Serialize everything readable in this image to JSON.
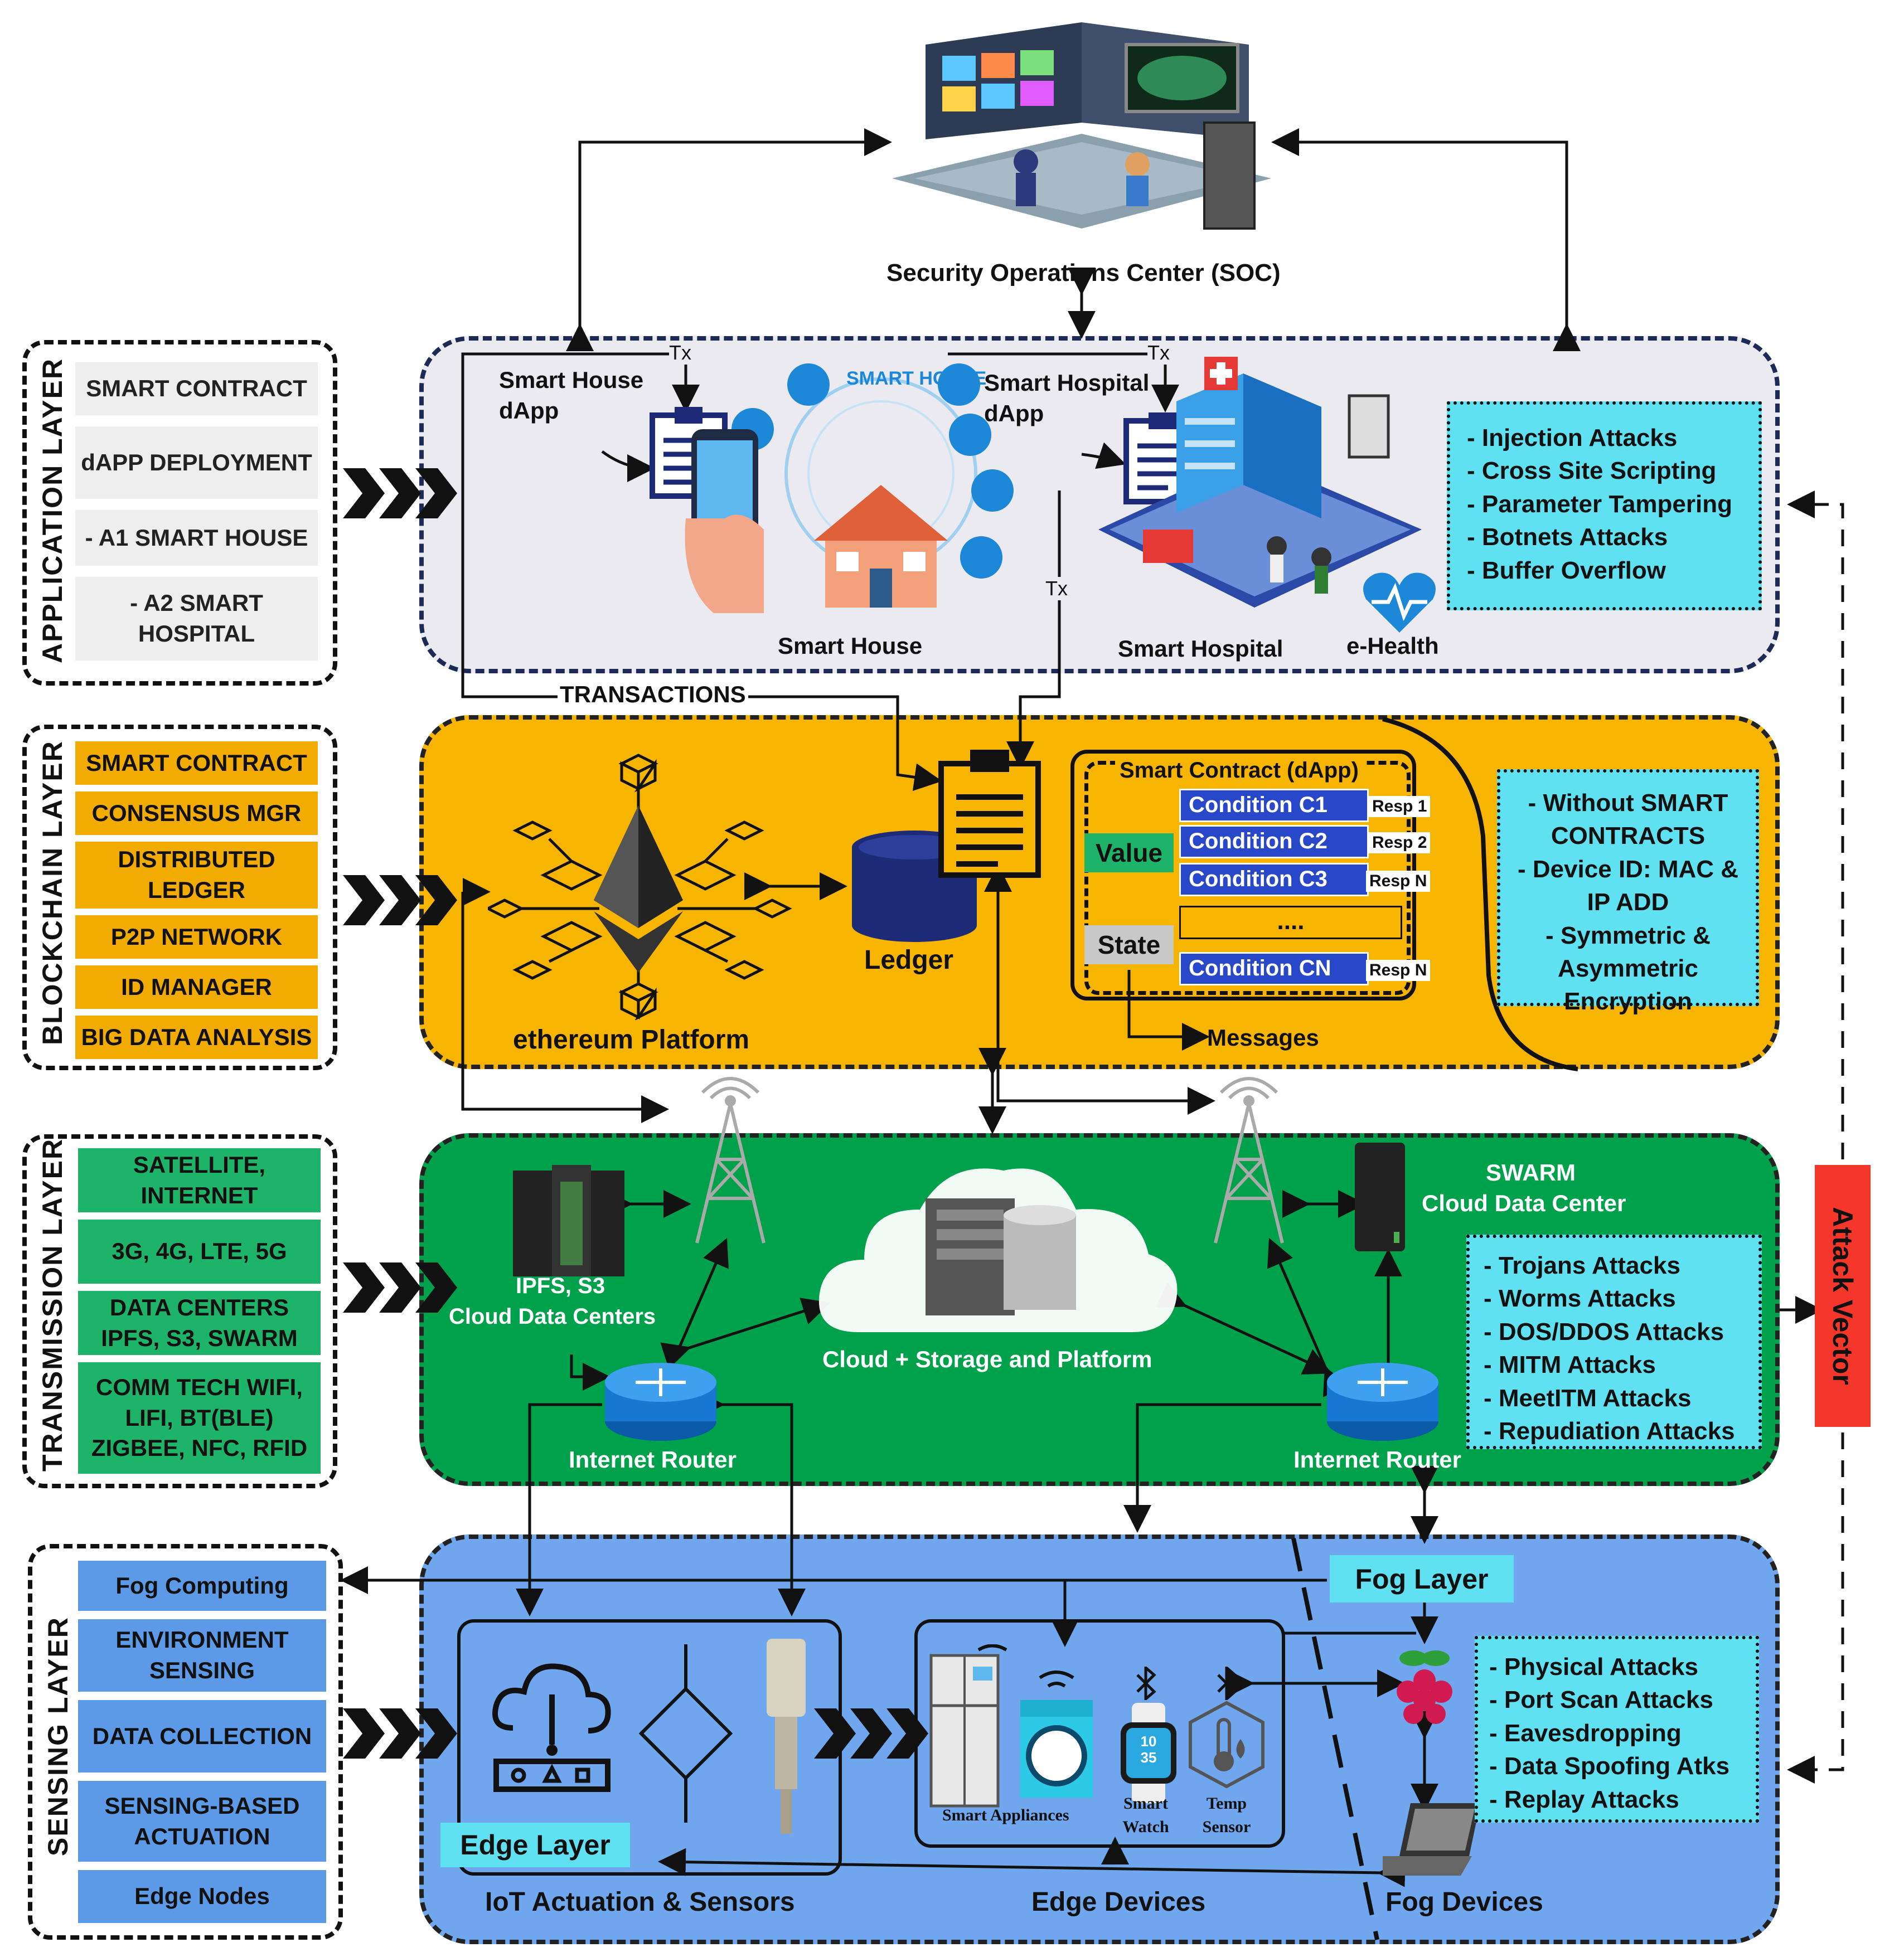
{
  "soc": {
    "label": "Security Operations Center (SOC)"
  },
  "left_panels": {
    "application": {
      "title": "APPLICATION LAYER",
      "items": [
        "SMART CONTRACT",
        "dAPP DEPLOYMENT",
        "- A1 SMART HOUSE",
        "- A2 SMART HOSPITAL"
      ]
    },
    "blockchain": {
      "title": "BLOCKCHAIN LAYER",
      "items": [
        "SMART CONTRACT",
        "CONSENSUS MGR",
        "DISTRIBUTED LEDGER",
        "P2P NETWORK",
        "ID MANAGER",
        "BIG DATA ANALYSIS"
      ]
    },
    "transmission": {
      "title": "TRANSMISSION LAYER",
      "items": [
        "SATELLITE, INTERNET",
        "3G, 4G, LTE, 5G",
        "DATA CENTERS IPFS, S3, SWARM",
        "COMM TECH WIFI, LIFI, BT(BLE) ZIGBEE, NFC, RFID"
      ]
    },
    "sensing": {
      "title": "SENSING LAYER",
      "items": [
        "Fog Computing",
        "ENVIRONMENT SENSING",
        "DATA COLLECTION",
        "SENSING-BASED ACTUATION",
        "Edge Nodes"
      ]
    }
  },
  "application_layer": {
    "smart_house_dapp": "Smart House dApp",
    "smart_hospital_dapp": "Smart Hospital dApp",
    "tx": "Tx",
    "smart_house_brand": "SMART HOUSE",
    "smart_house": "Smart House",
    "smart_hospital": "Smart Hospital",
    "ehealth": "e-Health",
    "transactions": "TRANSACTIONS",
    "attacks": [
      "- Injection Attacks",
      "- Cross Site Scripting",
      "- Parameter Tampering",
      "- Botnets Attacks",
      "- Buffer Overflow"
    ]
  },
  "blockchain_layer": {
    "platform": "ethereum Platform",
    "ledger": "Ledger",
    "smart_contract": "Smart Contract (dApp)",
    "value": "Value",
    "state": "State",
    "conditions": [
      "Condition C1",
      "Condition C2",
      "Condition C3",
      "....",
      "Condition CN"
    ],
    "responses": [
      "Resp 1",
      "Resp 2",
      "Resp N",
      "Resp N"
    ],
    "messages": "Messages",
    "attacks": [
      "- Without SMART",
      "CONTRACTS",
      "- Device ID: MAC &",
      "IP ADD",
      "- Symmetric &",
      "Asymmetric",
      "Encryption"
    ]
  },
  "transmission_layer": {
    "ipfs": "IPFS, S3",
    "ipfs_sub": "Cloud Data Centers",
    "cloud": "Cloud + Storage and Platform",
    "swarm": "SWARM",
    "swarm_sub": "Cloud Data Center",
    "router": "Internet Router",
    "attacks": [
      "- Trojans Attacks",
      "- Worms Attacks",
      "- DOS/DDOS Attacks",
      "- MITM Attacks",
      "- MeetITM  Attacks",
      "- Repudiation Attacks"
    ]
  },
  "sensing_layer": {
    "fog_layer": "Fog Layer",
    "edge_layer": "Edge Layer",
    "iot": "IoT Actuation & Sensors",
    "edge_devices": "Edge Devices",
    "fog_devices": "Fog Devices",
    "smart_appliances": "Smart Appliances",
    "smart_watch": "Smart Watch",
    "temp_sensor": "Temp Sensor",
    "watch_time": "10 35",
    "attacks": [
      "- Physical Attacks",
      "- Port Scan Attacks",
      "- Eavesdropping",
      "- Data Spoofing Atks",
      "- Replay Attacks"
    ]
  },
  "attack_vector": "Attack Vector",
  "colors": {
    "application": "#eaeaf0",
    "blockchain": "#f7b500",
    "transmission": "#00a14b",
    "sensing": "#6fa6ee",
    "attack_box": "#5fe1f2",
    "attack_vector": "#f4362b"
  }
}
